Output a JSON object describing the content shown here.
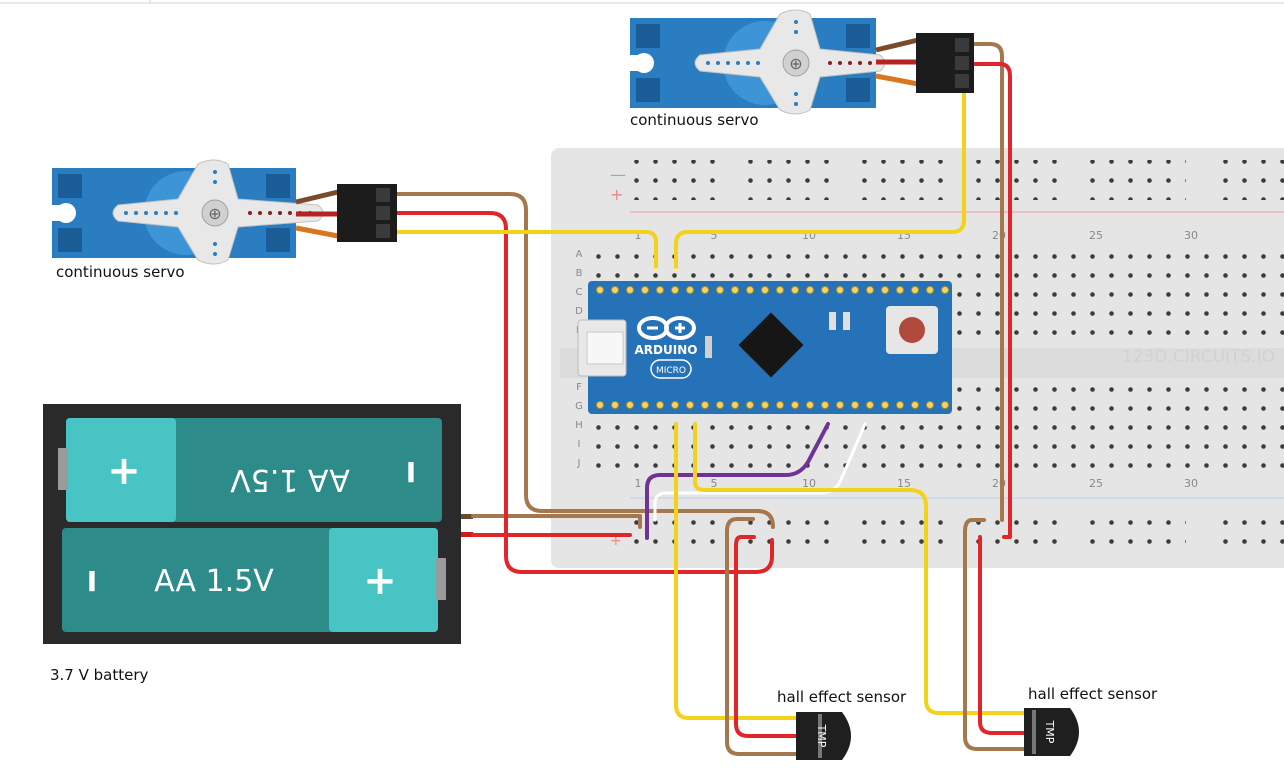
{
  "labels": {
    "servo_top": "continuous servo",
    "servo_left": "continuous servo",
    "battery": "3.7 V battery",
    "hall_left": "hall effect sensor",
    "hall_right": "hall effect sensor"
  },
  "battery": {
    "cell_top": "AA 1.5V",
    "cell_bottom": "AA 1.5V",
    "plus": "+",
    "minus": "I"
  },
  "breadboard": {
    "watermark": "123D.CIRCUITS.IO",
    "rail_minus": "—",
    "rail_plus": "+",
    "rows_top": [
      "A",
      "B",
      "C",
      "D",
      "E"
    ],
    "rows_bottom": [
      "F",
      "G",
      "H",
      "I",
      "J"
    ],
    "col_numbers": [
      "1",
      "5",
      "10",
      "15",
      "20",
      "25",
      "30"
    ]
  },
  "arduino": {
    "brand": "ARDUINO",
    "model": "MICRO"
  },
  "sensor_chip": "TMP",
  "colors": {
    "wire_brown": "#a5774d",
    "wire_red": "#e0262b",
    "wire_yellow": "#f2d21b",
    "wire_purple": "#6f3398",
    "wire_white": "#ffffff",
    "servo_blue": "#2a7dc1",
    "arduino_blue": "#2672b8",
    "battery_teal": "#2d8b8a",
    "battery_light": "#47c4c3"
  }
}
